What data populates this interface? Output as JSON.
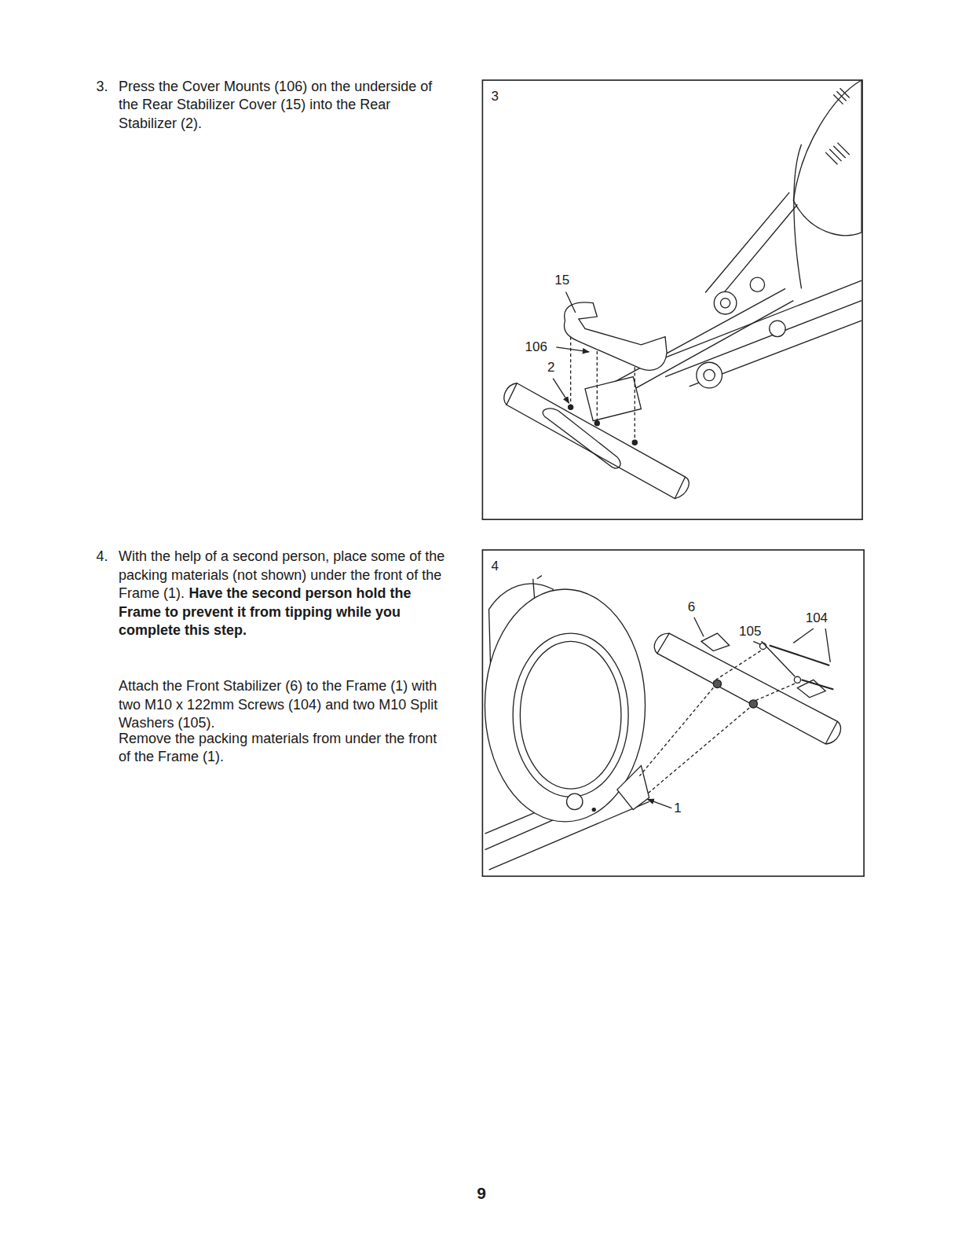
{
  "diagram": {
    "labels": [
      "3.",
      "Press the Cover Mounts (106) on the underside of the Rear Stabilizer Cover (15) into the Rear Stabilizer (2).",
      "3",
      "15",
      "106",
      "2",
      "4.",
      "With the help of a second person, place some of the packing materials (not shown) under the front of the Frame (1).",
      "Have the second person hold the Frame to prevent it from tipping while you complete this step.",
      "Attach the Front Stabilizer (6) to the Frame (1) with two M10 x 122mm Screws (104) and two M10 Split Washers (105).",
      "Remove the packing materials from under the front of the Frame (1).",
      "4",
      "6",
      "105",
      "104",
      "1",
      "9"
    ]
  }
}
